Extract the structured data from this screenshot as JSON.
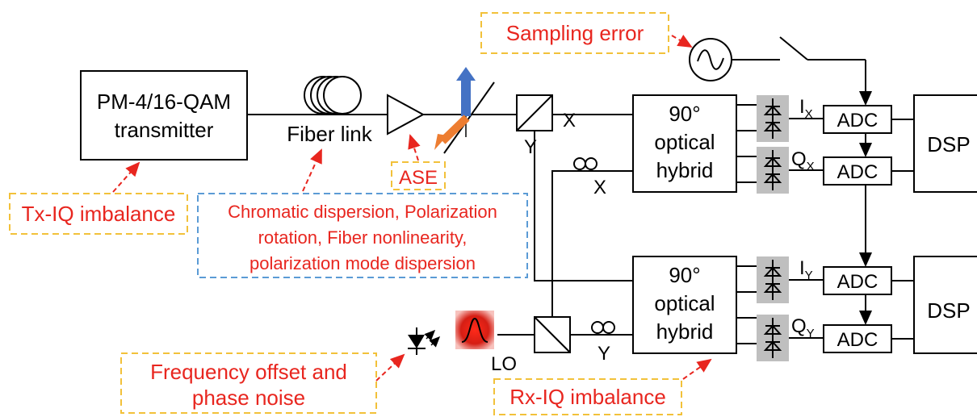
{
  "blocks": {
    "transmitter": [
      "PM-4/16-QAM",
      "transmitter"
    ],
    "fiber_link": "Fiber link",
    "hybrid_top": [
      "90°",
      "optical",
      "hybrid"
    ],
    "hybrid_bottom": [
      "90°",
      "optical",
      "hybrid"
    ],
    "adc": "ADC",
    "dsp": "DSP",
    "lo": "LO"
  },
  "ports": {
    "x": "X",
    "y": "Y",
    "ix_main": "I",
    "ix_sub": "X",
    "qx_main": "Q",
    "qx_sub": "X",
    "iy_main": "I",
    "iy_sub": "Y",
    "qy_main": "Q",
    "qy_sub": "Y"
  },
  "impairments": {
    "sampling_error": "Sampling error",
    "ase": "ASE",
    "tx_iq": "Tx-IQ imbalance",
    "fiber_effects": [
      "Chromatic dispersion, Polarization",
      "rotation, Fiber nonlinearity,",
      "polarization mode dispersion"
    ],
    "freq_offset": [
      "Frequency offset and",
      "phase noise"
    ],
    "rx_iq": "Rx-IQ imbalance"
  },
  "colors": {
    "impairment_text": "#e8261f",
    "box_yellow": "#f2c13a",
    "box_blue": "#5b9bd5",
    "beam_blue": "#4472c4",
    "beam_orange": "#ed7d31",
    "detector_gray": "#bfbfbf"
  }
}
